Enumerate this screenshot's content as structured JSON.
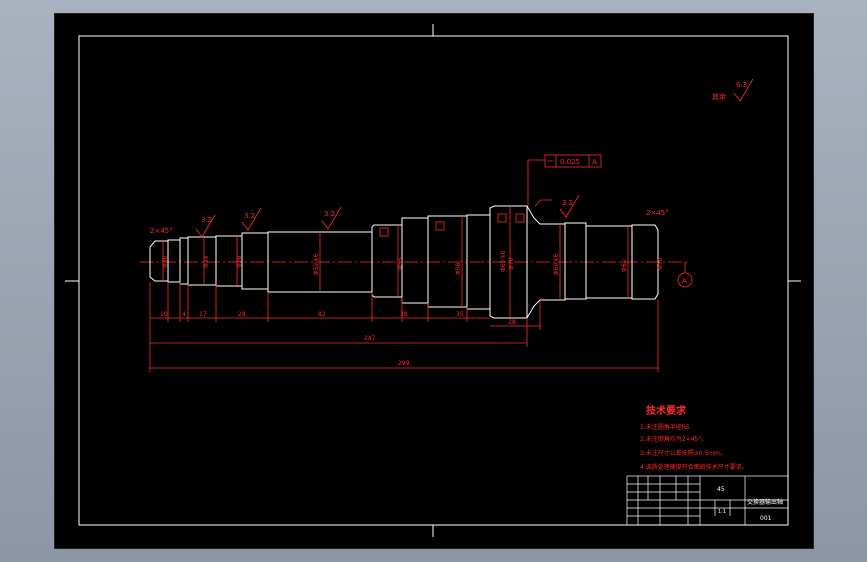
{
  "drawing": {
    "chamfer_left": "2×45°",
    "chamfer_right": "2×45°",
    "roughness_top_right": {
      "label": "其余",
      "value": "6.3"
    },
    "roughness_marks": [
      "3.2",
      "3.2",
      "3.2",
      "3.2"
    ],
    "tolerance_frame": {
      "value": "0.025",
      "datum": "A"
    },
    "datum_label": "A",
    "diameter_labels": [
      "Φ30",
      "Φ34",
      "Φ38",
      "Φ52 k6",
      "Φ55",
      "Φ58",
      "Φ65 k6",
      "Φ70",
      "Φ60 k6",
      "Φ60",
      "Φ50"
    ],
    "dimensions": {
      "segments": [
        "10",
        "4",
        "17",
        "28",
        "82",
        "38",
        "35",
        "28"
      ],
      "mid": "247",
      "total": "299"
    },
    "notes": {
      "title": "技术要求",
      "items": [
        "1.未注圆角半径R5.",
        "2.未注倒角均为2×45°。",
        "3.未注尺寸公差按照±0.5mm。",
        "4.调质处理硬度符合图纸技术尺寸要求。"
      ]
    },
    "title_block": {
      "material": "45",
      "name": "交换器输出轴",
      "scale": "1:1",
      "code": "001"
    }
  }
}
